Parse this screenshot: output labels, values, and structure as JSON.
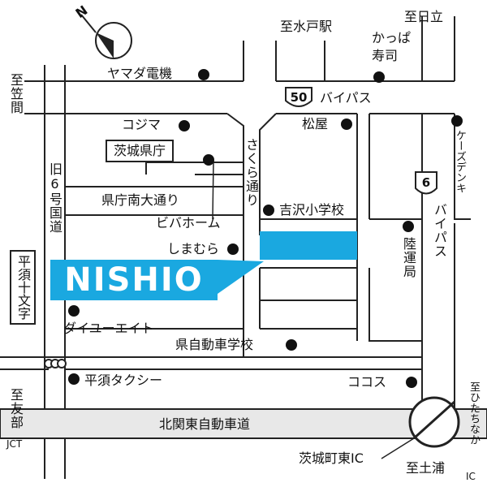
{
  "map": {
    "brand": "NISHIO",
    "directions": {
      "to_mito_station": "至水戸駅",
      "to_hitachi": "至日立",
      "to_kasama": "至笠間",
      "to_tomobe_jct": "至友部",
      "jct": "JCT",
      "to_tsuchiura": "至土浦",
      "to_hitachinaka": "至ひたちなか",
      "ic": "IC"
    },
    "roads": {
      "bypass_50": "バイパス",
      "route_50_num": "50",
      "route_6_num": "6",
      "bypass_6": "バイパス",
      "sakura_dori": "さくら通り",
      "kencho_minami": "県庁南大通り",
      "old_route6": "旧6号国道",
      "kitakanto_expressway": "北関東自動車道",
      "ibaraki_machi_higashi_ic": "茨城町東IC",
      "hirasu_crossing": "平須十文字"
    },
    "landmarks": {
      "yamada": "ヤマダ電機",
      "kappa_sushi": "かっぱ寿司",
      "kojima": "コジマ",
      "matsuya": "松屋",
      "ks_denki": "ケーズデンキ",
      "pref_office": "茨城県庁",
      "biva_home": "ビバホーム",
      "yoshizawa_school": "吉沢小学校",
      "shimamura": "しまむら",
      "rikuun": "陸運局",
      "daiei": "ダイユーエイト",
      "driving_school": "県自動車学校",
      "hirasu_taxi": "平須タクシー",
      "cocos": "ココス"
    }
  }
}
